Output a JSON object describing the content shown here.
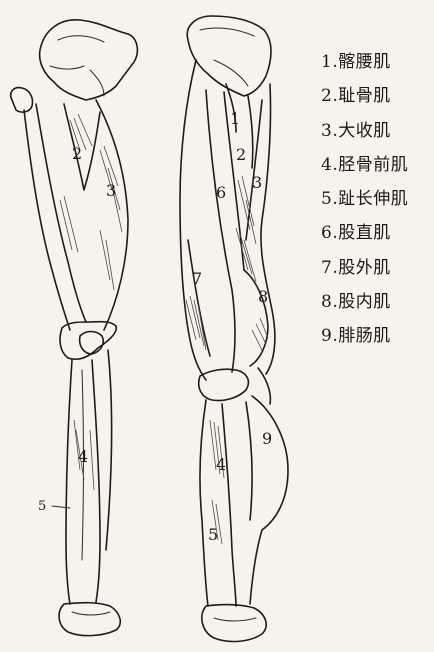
{
  "legend": [
    "1.髂腰肌",
    "2.耻骨肌",
    "3.大收肌",
    "4.胫骨前肌",
    "5.趾长伸肌",
    "6.股直肌",
    "7.股外肌",
    "8.股内肌",
    "9.腓肠肌"
  ],
  "left_leg_labels": {
    "pectineus": "2",
    "adductor_magnus": "3",
    "tibialis_anterior": "4",
    "ext_digitorum": "5"
  },
  "right_leg_labels": {
    "iliopsoas": "1",
    "pectineus": "2",
    "adductor_magnus": "3",
    "rectus_femoris": "6",
    "vastus_lateralis": "7",
    "vastus_medialis": "8",
    "tibialis_anterior": "4",
    "ext_digitorum": "5",
    "gastrocnemius": "9"
  }
}
